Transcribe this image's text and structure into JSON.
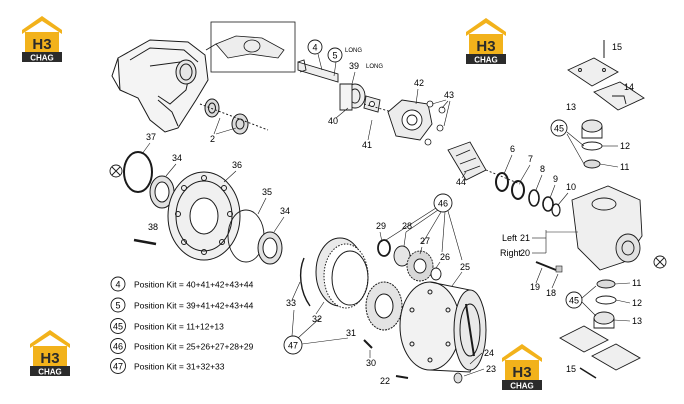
{
  "logos": [
    {
      "top": "H3",
      "bottom": "CHAG"
    },
    {
      "top": "H3",
      "bottom": "CHAG"
    },
    {
      "top": "H3",
      "bottom": "CHAG"
    },
    {
      "top": "H3",
      "bottom": "CHAG"
    }
  ],
  "colors": {
    "logo_yellow": "#f2b21b",
    "logo_dark": "#2b2b2b",
    "line": "#1a1a1a"
  },
  "labels": {
    "p2": "2",
    "p4": "4",
    "p5": "5",
    "long_5": "LONG",
    "p39": "39",
    "long_39": "LONG",
    "p40": "40",
    "p41": "41",
    "p42": "42",
    "p43": "43",
    "p44": "44",
    "p6": "6",
    "p7": "7",
    "p8": "8",
    "p9": "9",
    "p10": "10",
    "p11a": "11",
    "p12a": "12",
    "p13a": "13",
    "p14": "14",
    "p15a": "15",
    "p45a": "45",
    "p37": "37",
    "p34a": "34",
    "p36": "36",
    "p35": "35",
    "p34b": "34",
    "p38": "38",
    "p29": "29",
    "p28": "28",
    "p27": "27",
    "p26": "26",
    "p46": "46",
    "p25": "25",
    "left": "Left",
    "right": "Right",
    "p21": "21",
    "p20": "20",
    "p19": "19",
    "p18": "18",
    "p11b": "11",
    "p12b": "12",
    "p13b": "13",
    "p45b": "45",
    "p15b": "15",
    "p33": "33",
    "p32": "32",
    "p31": "31",
    "p47": "47",
    "p30": "30",
    "p24": "24",
    "p23": "23",
    "p22": "22"
  },
  "kits": [
    {
      "num": "4",
      "text": "Position Kit = 40+41+42+43+44"
    },
    {
      "num": "5",
      "text": "Position Kit = 39+41+42+43+44"
    },
    {
      "num": "45",
      "text": "Position Kit = 11+12+13"
    },
    {
      "num": "46",
      "text": "Position Kit = 25+26+27+28+29"
    },
    {
      "num": "47",
      "text": "Position Kit = 31+32+33"
    }
  ]
}
